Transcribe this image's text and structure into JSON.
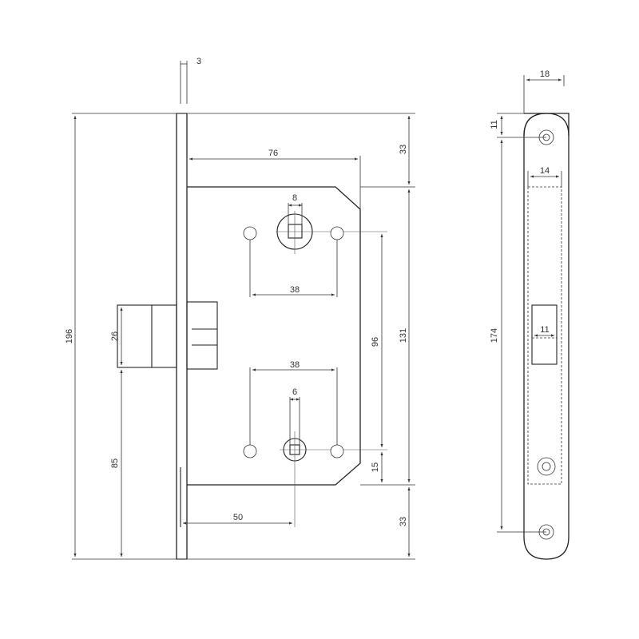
{
  "drawing": {
    "dimensions": {
      "faceplate_thickness": "3",
      "overall_height": "196",
      "top_margin": "33",
      "bottom_margin": "33",
      "backset": "76",
      "handle_square": "8",
      "upper_hole_spacing": "38",
      "lower_hole_spacing": "38",
      "cylinder_square": "6",
      "latch_height": "26",
      "latch_to_bottom": "85",
      "case_height": "131",
      "handle_to_cylinder": "96",
      "cylinder_to_case_bottom": "15",
      "cylinder_backset": "50",
      "faceplate_width": "18",
      "screw_offset": "11",
      "latch_opening_width": "14",
      "screw_spacing": "174",
      "opening_width": "11"
    }
  }
}
